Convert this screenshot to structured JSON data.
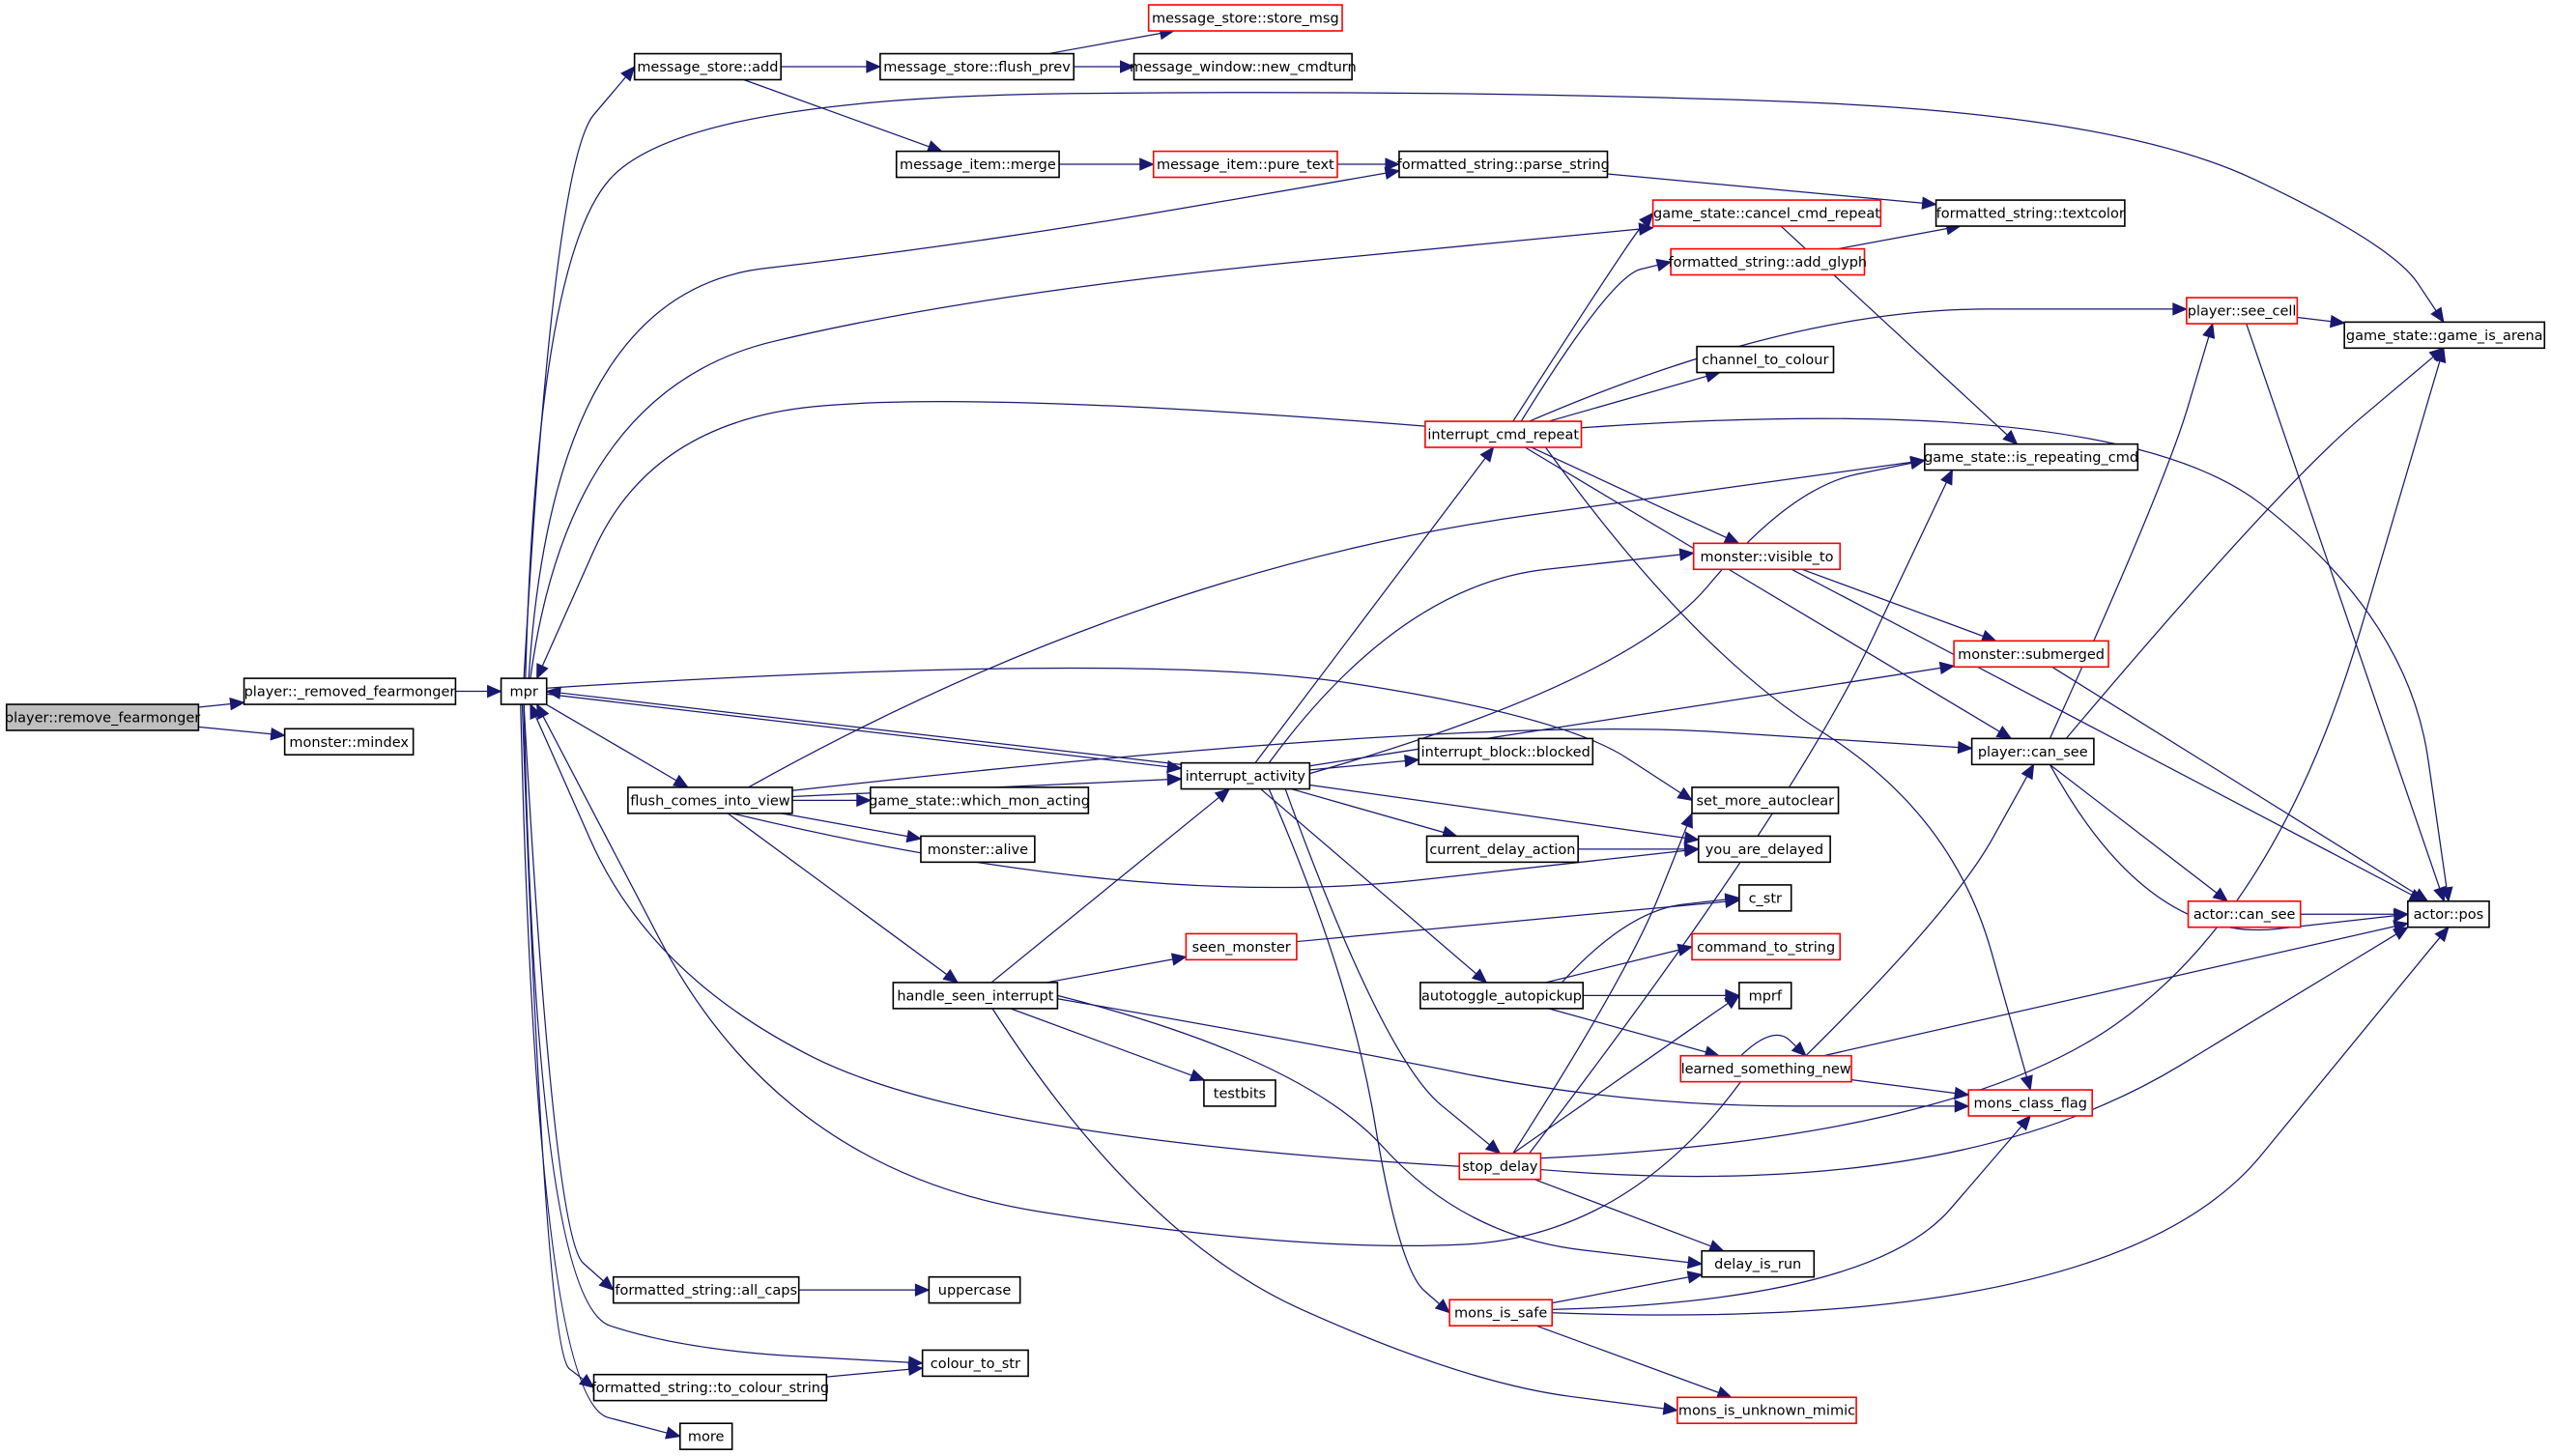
{
  "graph": {
    "colors": {
      "edge": "#191970",
      "border": "#000000",
      "border_truncated": "#ff0000",
      "root_fill": "#bfbfbf"
    },
    "nodes": [
      {
        "id": "remove_fearmonger",
        "label": "player::remove_fearmonger",
        "style": "root"
      },
      {
        "id": "removed_fearmonger",
        "label": "player::_removed_fearmonger",
        "style": "normal"
      },
      {
        "id": "mindex",
        "label": "monster::mindex",
        "style": "normal"
      },
      {
        "id": "mpr",
        "label": "mpr",
        "style": "normal"
      },
      {
        "id": "ms_add",
        "label": "message_store::add",
        "style": "normal"
      },
      {
        "id": "ms_flush_prev",
        "label": "message_store::flush_prev",
        "style": "normal"
      },
      {
        "id": "ms_store_msg",
        "label": "message_store::store_msg",
        "style": "red"
      },
      {
        "id": "mw_new_cmdturn",
        "label": "message_window::new_cmdturn",
        "style": "normal"
      },
      {
        "id": "mi_merge",
        "label": "message_item::merge",
        "style": "normal"
      },
      {
        "id": "mi_pure_text",
        "label": "message_item::pure_text",
        "style": "red"
      },
      {
        "id": "fs_parse_string",
        "label": "formatted_string::parse_string",
        "style": "normal"
      },
      {
        "id": "gs_cancel_cmd_repeat",
        "label": "game_state::cancel_cmd_repeat",
        "style": "red"
      },
      {
        "id": "fs_textcolor",
        "label": "formatted_string::textcolor",
        "style": "normal"
      },
      {
        "id": "fs_add_glyph",
        "label": "formatted_string::add_glyph",
        "style": "red"
      },
      {
        "id": "player_see_cell",
        "label": "player::see_cell",
        "style": "red"
      },
      {
        "id": "gs_game_is_arena",
        "label": "game_state::game_is_arena",
        "style": "normal"
      },
      {
        "id": "channel_to_colour",
        "label": "channel_to_colour",
        "style": "normal"
      },
      {
        "id": "interrupt_cmd_repeat",
        "label": "interrupt_cmd_repeat",
        "style": "red"
      },
      {
        "id": "gs_is_repeating_cmd",
        "label": "game_state::is_repeating_cmd",
        "style": "normal"
      },
      {
        "id": "monster_visible_to",
        "label": "monster::visible_to",
        "style": "red"
      },
      {
        "id": "monster_submerged",
        "label": "monster::submerged",
        "style": "red"
      },
      {
        "id": "flush_comes_into_view",
        "label": "flush_comes_into_view",
        "style": "normal"
      },
      {
        "id": "interrupt_activity",
        "label": "interrupt_activity",
        "style": "normal"
      },
      {
        "id": "ib_blocked",
        "label": "interrupt_block::blocked",
        "style": "normal"
      },
      {
        "id": "player_can_see",
        "label": "player::can_see",
        "style": "normal"
      },
      {
        "id": "gs_which_mon_acting",
        "label": "game_state::which_mon_acting",
        "style": "normal"
      },
      {
        "id": "set_more_autoclear",
        "label": "set_more_autoclear",
        "style": "normal"
      },
      {
        "id": "monster_alive",
        "label": "monster::alive",
        "style": "normal"
      },
      {
        "id": "current_delay_action",
        "label": "current_delay_action",
        "style": "normal"
      },
      {
        "id": "you_are_delayed",
        "label": "you_are_delayed",
        "style": "normal"
      },
      {
        "id": "c_str",
        "label": "c_str",
        "style": "normal"
      },
      {
        "id": "actor_can_see",
        "label": "actor::can_see",
        "style": "red"
      },
      {
        "id": "actor_pos",
        "label": "actor::pos",
        "style": "normal"
      },
      {
        "id": "handle_seen_interrupt",
        "label": "handle_seen_interrupt",
        "style": "normal"
      },
      {
        "id": "seen_monster",
        "label": "seen_monster",
        "style": "red"
      },
      {
        "id": "command_to_string",
        "label": "command_to_string",
        "style": "red"
      },
      {
        "id": "autotoggle_autopickup",
        "label": "autotoggle_autopickup",
        "style": "normal"
      },
      {
        "id": "mprf",
        "label": "mprf",
        "style": "normal"
      },
      {
        "id": "learned_something_new",
        "label": "learned_something_new",
        "style": "red"
      },
      {
        "id": "testbits",
        "label": "testbits",
        "style": "normal"
      },
      {
        "id": "mons_class_flag",
        "label": "mons_class_flag",
        "style": "red"
      },
      {
        "id": "stop_delay",
        "label": "stop_delay",
        "style": "red"
      },
      {
        "id": "delay_is_run",
        "label": "delay_is_run",
        "style": "normal"
      },
      {
        "id": "fs_all_caps",
        "label": "formatted_string::all_caps",
        "style": "normal"
      },
      {
        "id": "uppercase",
        "label": "uppercase",
        "style": "normal"
      },
      {
        "id": "mons_is_safe",
        "label": "mons_is_safe",
        "style": "red"
      },
      {
        "id": "colour_to_str",
        "label": "colour_to_str",
        "style": "normal"
      },
      {
        "id": "fs_to_colour_string",
        "label": "formatted_string::to_colour_string",
        "style": "normal"
      },
      {
        "id": "mons_is_unknown_mimic",
        "label": "mons_is_unknown_mimic",
        "style": "red"
      },
      {
        "id": "more",
        "label": "more",
        "style": "normal"
      }
    ],
    "edges": [
      [
        "remove_fearmonger",
        "removed_fearmonger"
      ],
      [
        "remove_fearmonger",
        "mindex"
      ],
      [
        "removed_fearmonger",
        "mpr"
      ],
      [
        "mpr",
        "ms_add"
      ],
      [
        "mpr",
        "gs_game_is_arena"
      ],
      [
        "mpr",
        "fs_parse_string"
      ],
      [
        "mpr",
        "gs_cancel_cmd_repeat"
      ],
      [
        "mpr",
        "flush_comes_into_view"
      ],
      [
        "mpr",
        "interrupt_activity"
      ],
      [
        "mpr",
        "set_more_autoclear"
      ],
      [
        "mpr",
        "fs_all_caps"
      ],
      [
        "mpr",
        "colour_to_str"
      ],
      [
        "mpr",
        "fs_to_colour_string"
      ],
      [
        "mpr",
        "more"
      ],
      [
        "ms_add",
        "ms_flush_prev"
      ],
      [
        "ms_add",
        "mi_merge"
      ],
      [
        "ms_flush_prev",
        "ms_store_msg"
      ],
      [
        "ms_flush_prev",
        "mw_new_cmdturn"
      ],
      [
        "mi_merge",
        "mi_pure_text"
      ],
      [
        "mi_pure_text",
        "fs_parse_string"
      ],
      [
        "fs_parse_string",
        "fs_textcolor"
      ],
      [
        "gs_cancel_cmd_repeat",
        "gs_is_repeating_cmd"
      ],
      [
        "fs_add_glyph",
        "fs_textcolor"
      ],
      [
        "player_see_cell",
        "gs_game_is_arena"
      ],
      [
        "player_see_cell",
        "actor_pos"
      ],
      [
        "interrupt_cmd_repeat",
        "mpr"
      ],
      [
        "interrupt_cmd_repeat",
        "gs_cancel_cmd_repeat"
      ],
      [
        "interrupt_cmd_repeat",
        "fs_add_glyph"
      ],
      [
        "interrupt_cmd_repeat",
        "player_see_cell"
      ],
      [
        "interrupt_cmd_repeat",
        "channel_to_colour"
      ],
      [
        "interrupt_cmd_repeat",
        "actor_pos"
      ],
      [
        "interrupt_cmd_repeat",
        "monster_visible_to"
      ],
      [
        "interrupt_cmd_repeat",
        "player_can_see"
      ],
      [
        "interrupt_cmd_repeat",
        "mons_class_flag"
      ],
      [
        "monster_visible_to",
        "monster_submerged"
      ],
      [
        "monster_visible_to",
        "actor_pos"
      ],
      [
        "monster_submerged",
        "actor_pos"
      ],
      [
        "flush_comes_into_view",
        "gs_is_repeating_cmd"
      ],
      [
        "flush_comes_into_view",
        "interrupt_activity"
      ],
      [
        "flush_comes_into_view",
        "player_can_see"
      ],
      [
        "flush_comes_into_view",
        "gs_which_mon_acting"
      ],
      [
        "flush_comes_into_view",
        "monster_alive"
      ],
      [
        "flush_comes_into_view",
        "you_are_delayed"
      ],
      [
        "flush_comes_into_view",
        "handle_seen_interrupt"
      ],
      [
        "interrupt_activity",
        "mpr"
      ],
      [
        "interrupt_activity",
        "interrupt_cmd_repeat"
      ],
      [
        "interrupt_activity",
        "monster_visible_to"
      ],
      [
        "interrupt_activity",
        "monster_submerged"
      ],
      [
        "interrupt_activity",
        "ib_blocked"
      ],
      [
        "interrupt_activity",
        "gs_is_repeating_cmd"
      ],
      [
        "interrupt_activity",
        "current_delay_action"
      ],
      [
        "interrupt_activity",
        "you_are_delayed"
      ],
      [
        "interrupt_activity",
        "autotoggle_autopickup"
      ],
      [
        "interrupt_activity",
        "stop_delay"
      ],
      [
        "interrupt_activity",
        "mons_is_safe"
      ],
      [
        "player_can_see",
        "player_see_cell"
      ],
      [
        "player_can_see",
        "gs_game_is_arena"
      ],
      [
        "player_can_see",
        "actor_can_see"
      ],
      [
        "player_can_see",
        "actor_pos"
      ],
      [
        "actor_can_see",
        "actor_pos"
      ],
      [
        "current_delay_action",
        "you_are_delayed"
      ],
      [
        "handle_seen_interrupt",
        "interrupt_activity"
      ],
      [
        "handle_seen_interrupt",
        "seen_monster"
      ],
      [
        "handle_seen_interrupt",
        "testbits"
      ],
      [
        "handle_seen_interrupt",
        "mons_class_flag"
      ],
      [
        "handle_seen_interrupt",
        "delay_is_run"
      ],
      [
        "handle_seen_interrupt",
        "mons_is_unknown_mimic"
      ],
      [
        "seen_monster",
        "c_str"
      ],
      [
        "autotoggle_autopickup",
        "c_str"
      ],
      [
        "autotoggle_autopickup",
        "command_to_string"
      ],
      [
        "autotoggle_autopickup",
        "mprf"
      ],
      [
        "autotoggle_autopickup",
        "learned_something_new"
      ],
      [
        "learned_something_new",
        "learned_something_new"
      ],
      [
        "learned_something_new",
        "player_can_see"
      ],
      [
        "learned_something_new",
        "actor_pos"
      ],
      [
        "learned_something_new",
        "mons_class_flag"
      ],
      [
        "learned_something_new",
        "mpr"
      ],
      [
        "stop_delay",
        "mpr"
      ],
      [
        "stop_delay",
        "set_more_autoclear"
      ],
      [
        "stop_delay",
        "mprf"
      ],
      [
        "stop_delay",
        "gs_is_repeating_cmd"
      ],
      [
        "stop_delay",
        "actor_pos"
      ],
      [
        "stop_delay",
        "delay_is_run"
      ],
      [
        "stop_delay",
        "gs_game_is_arena"
      ],
      [
        "fs_all_caps",
        "uppercase"
      ],
      [
        "fs_to_colour_string",
        "colour_to_str"
      ],
      [
        "mons_is_safe",
        "delay_is_run"
      ],
      [
        "mons_is_safe",
        "mons_class_flag"
      ],
      [
        "mons_is_safe",
        "actor_pos"
      ],
      [
        "mons_is_safe",
        "mons_is_unknown_mimic"
      ]
    ]
  }
}
